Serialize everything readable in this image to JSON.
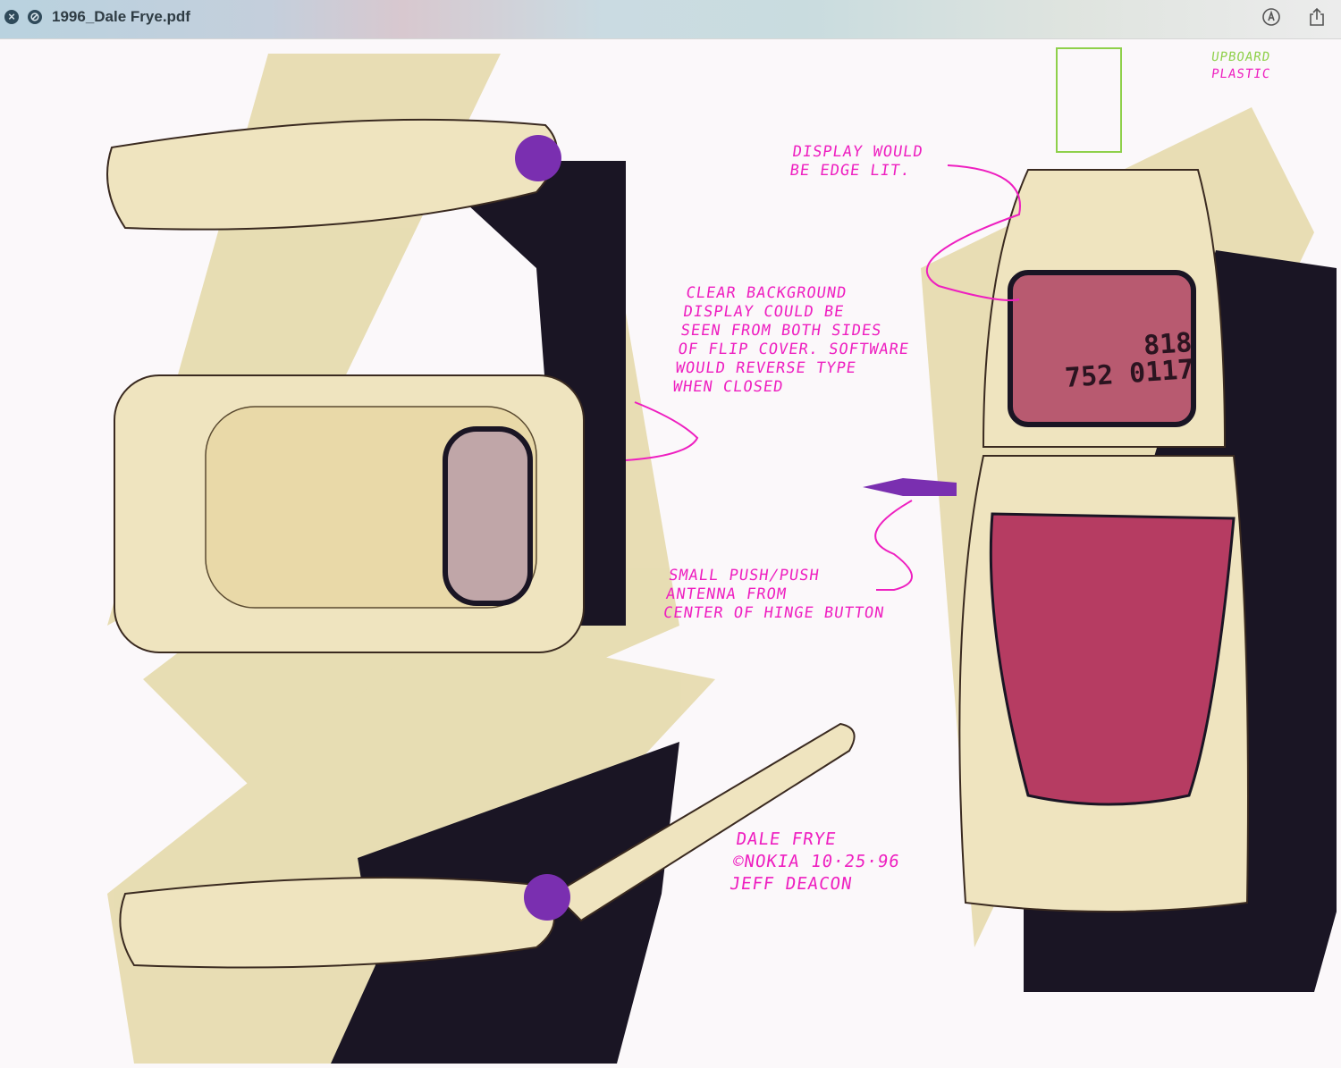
{
  "window": {
    "title": "1996_Dale Frye.pdf",
    "left_icons": [
      "close-icon",
      "block-icon"
    ],
    "right_icons": [
      "markup-icon",
      "share-icon"
    ]
  },
  "document": {
    "annotations": {
      "upboard": "UPBOARD",
      "plastic": "PLASTIC",
      "edge_lit": "DISPLAY WOULD\nBE EDGE LIT.",
      "clear_background": "CLEAR BACKGROUND\nDISPLAY COULD BE\nSEEN FROM BOTH SIDES\nOF FLIP COVER. SOFTWARE\nWOULD REVERSE TYPE\nWHEN CLOSED",
      "antenna": "SMALL PUSH/PUSH\nANTENNA FROM\nCENTER OF HINGE BUTTON",
      "credits": "DALE FRYE\n©NOKIA 10·25·96\nJEFF DEACON"
    },
    "display_digits": "818\n752 0117",
    "colors": {
      "annotation": "#ee1fc0",
      "body": "#efe4bf",
      "screen": "#b63c62",
      "marker": "#1a1524",
      "button": "#7a2fb0"
    }
  }
}
